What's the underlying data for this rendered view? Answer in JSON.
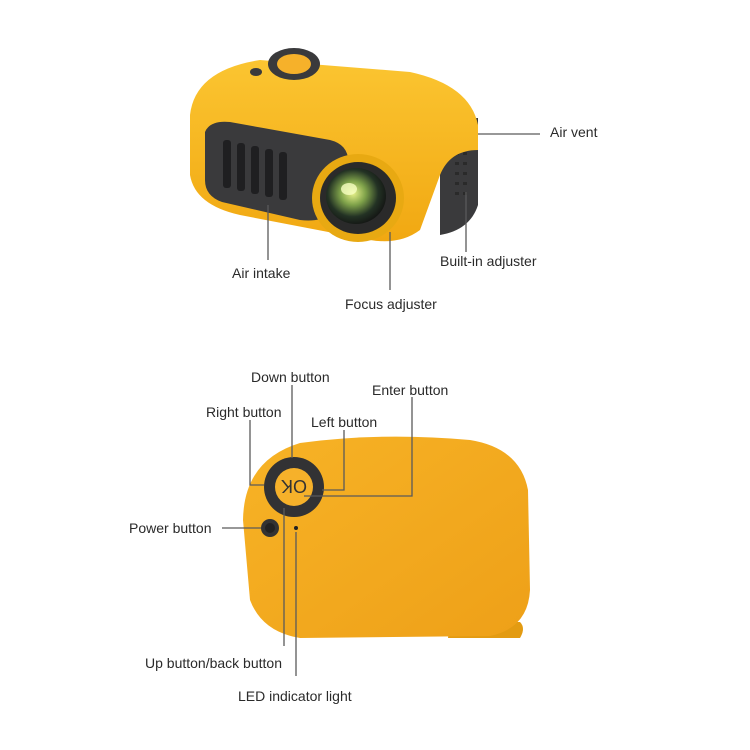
{
  "colors": {
    "body_yellow": "#f7b21e",
    "body_yellow_dark": "#e69a10",
    "grille_dark": "#3a3a3c",
    "lens_ring": "#f2c21a",
    "leader_line": "#5a5a5a"
  },
  "top_view": {
    "labels": {
      "air_vent": "Air vent",
      "built_in_adjuster": "Built-in adjuster",
      "air_intake": "Air intake",
      "focus_adjuster": "Focus adjuster"
    }
  },
  "back_view": {
    "button_text": "OK",
    "labels": {
      "down_button": "Down button",
      "enter_button": "Enter button",
      "right_button": "Right button",
      "left_button": "Left button",
      "power_button": "Power button",
      "up_back_button": "Up button/back button",
      "led_indicator": "LED indicator light"
    }
  }
}
